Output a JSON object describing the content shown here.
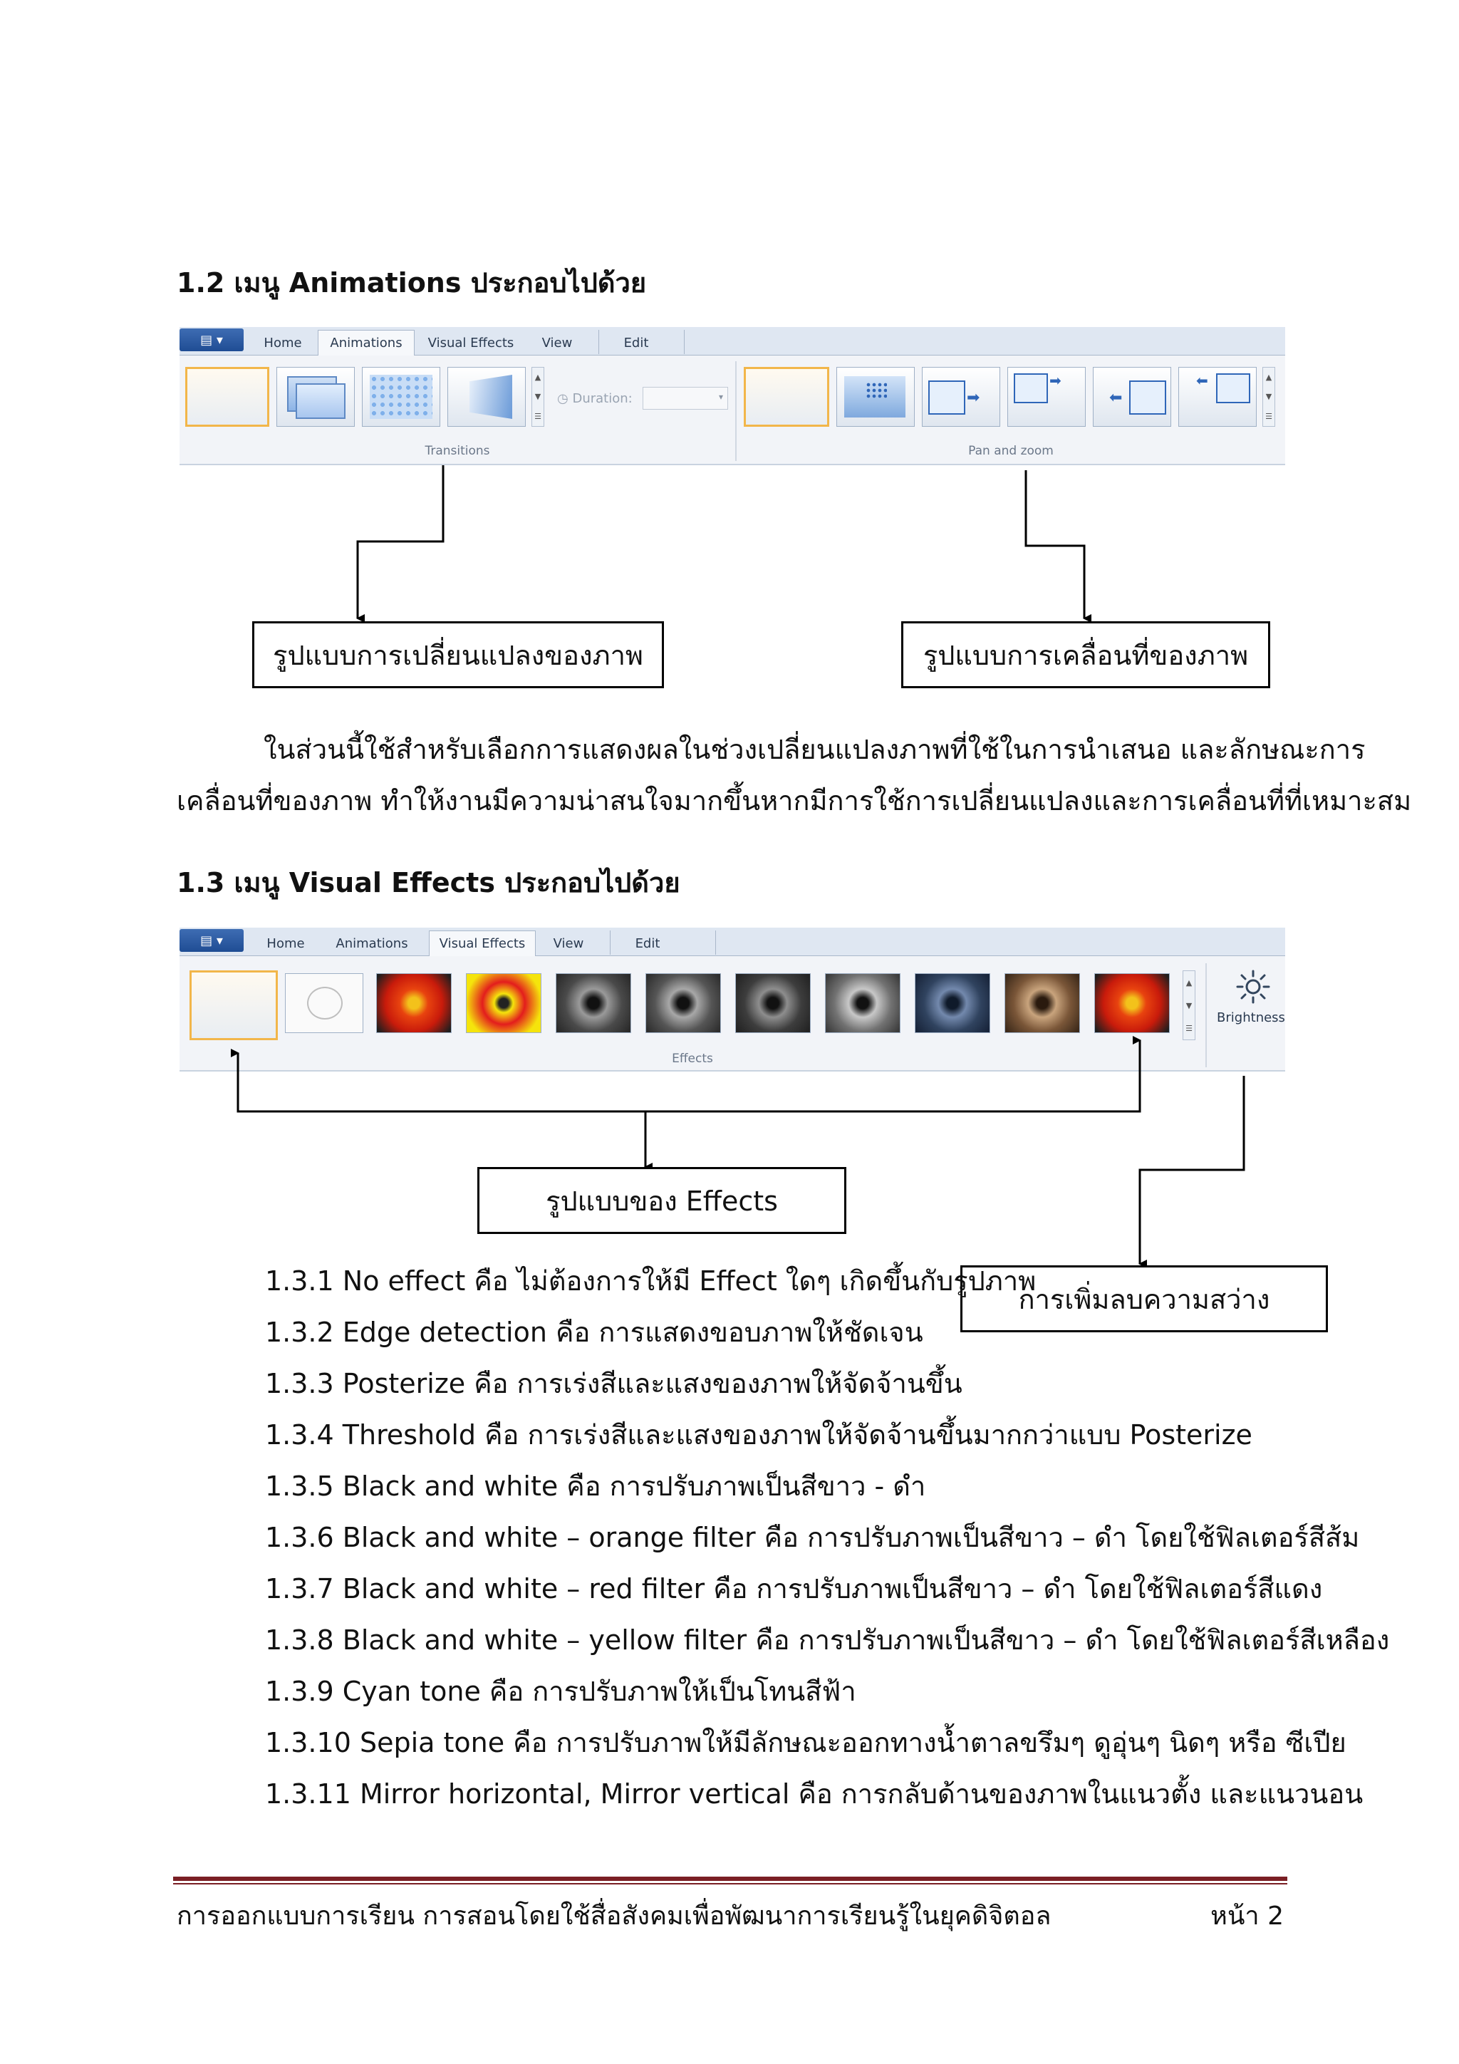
{
  "section_1_2": {
    "heading": "1.2 เมนู Animations ประกอบไปด้วย",
    "ribbon": {
      "tabs": [
        "Home",
        "Animations",
        "Visual Effects",
        "View",
        "Edit"
      ],
      "duration_label": "Duration:",
      "group_transitions": "Transitions",
      "group_pan_zoom": "Pan and zoom"
    },
    "callout_left": "รูปแบบการเปลี่ยนแปลงของภาพ",
    "callout_right": "รูปแบบการเคลื่อนที่ของภาพ",
    "paragraph_line1": "ในส่วนนี้ใช้สำหรับเลือกการแสดงผลในช่วงเปลี่ยนแปลงภาพที่ใช้ในการนำเสนอ และลักษณะการ",
    "paragraph_line2": "เคลื่อนที่ของภาพ ทำให้งานมีความน่าสนใจมากขึ้นหากมีการใช้การเปลี่ยนแปลงและการเคลื่อนที่ที่เหมาะสม"
  },
  "section_1_3": {
    "heading": "1.3 เมนู Visual Effects ประกอบไปด้วย",
    "ribbon": {
      "tabs": [
        "Home",
        "Animations",
        "Visual Effects",
        "View",
        "Edit"
      ],
      "group_effects": "Effects",
      "brightness_label": "Brightness"
    },
    "callout_effects": "รูปแบบของ Effects",
    "callout_brightness": "การเพิ่มลบความสว่าง",
    "items": [
      "1.3.1 No effect คือ ไม่ต้องการให้มี Effect ใดๆ เกิดขึ้นกับรูปภาพ",
      "1.3.2 Edge detection คือ การแสดงขอบภาพให้ชัดเจน",
      "1.3.3 Posterize คือ การเร่งสีและแสงของภาพให้จัดจ้านขึ้น",
      "1.3.4 Threshold คือ การเร่งสีและแสงของภาพให้จัดจ้านขึ้นมากกว่าแบบ Posterize",
      "1.3.5 Black and white คือ การปรับภาพเป็นสีขาว - ดำ",
      "1.3.6 Black and white – orange filter คือ การปรับภาพเป็นสีขาว – ดำ โดยใช้ฟิลเตอร์สีส้ม",
      "1.3.7 Black and white – red filter คือ การปรับภาพเป็นสีขาว – ดำ โดยใช้ฟิลเตอร์สีแดง",
      "1.3.8 Black and white – yellow filter คือ การปรับภาพเป็นสีขาว – ดำ โดยใช้ฟิลเตอร์สีเหลือง",
      "1.3.9 Cyan tone คือ การปรับภาพให้เป็นโทนสีฟ้า",
      "1.3.10 Sepia tone คือ การปรับภาพให้มีลักษณะออกทางน้ำตาลขรึมๆ ดูอุ่นๆ นิดๆ หรือ ซีเปีย",
      "1.3.11 Mirror horizontal, Mirror vertical คือ การกลับด้านของภาพในแนวตั้ง และแนวนอน"
    ]
  },
  "footer": {
    "title": "การออกแบบการเรียน การสอนโดยใช้สื่อสังคมเพื่อพัฒนาการเรียนรู้ในยุคดิจิตอล",
    "page": "หน้า 2"
  },
  "colors": {
    "footer_rule": "#7a1f24",
    "ribbon_bg": "#f2f4f8",
    "selected_tile": "#f2b64a"
  }
}
